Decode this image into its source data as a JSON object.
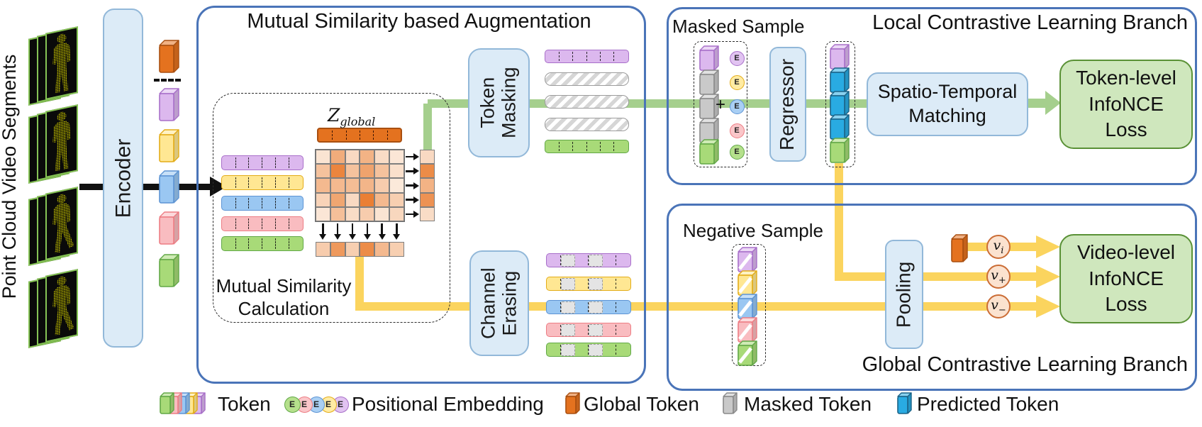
{
  "colors": {
    "outline_blue": "#4a74b8",
    "panel_blue_fill": "#dcebf7",
    "panel_blue_border": "#92b8d9",
    "loss_green_fill": "#cfe7bd",
    "loss_green_border": "#5a9136",
    "connector_green": "#a5cf8d",
    "connector_yellow": "#fbd45e",
    "heat_low": "#fdf3ea",
    "heat_high": "#e87220",
    "frame_border_green": "#86c455",
    "point_yellow": "#e6e200",
    "token_palette": {
      "purple": {
        "fill": "#dcb8ee",
        "border": "#a86fc9"
      },
      "yellow": {
        "fill": "#ffe793",
        "border": "#e3ac18"
      },
      "blue": {
        "fill": "#9ac7f2",
        "border": "#5d94d4"
      },
      "pink": {
        "fill": "#f9bcc0",
        "border": "#ed7d84"
      },
      "green": {
        "fill": "#a8da78",
        "border": "#62a847"
      },
      "orange": {
        "fill": "#e4721f",
        "border": "#a94f10"
      },
      "gray": {
        "fill": "#c9c9c9",
        "border": "#8a8a8a"
      },
      "blue_predicted": {
        "fill": "#29abe2",
        "border": "#1b6387"
      }
    }
  },
  "left_panel": {
    "rotated_label": "Point Cloud Video Segments",
    "segment_count": 4
  },
  "encoder": {
    "label": "Encoder",
    "output_tokens": [
      "orange",
      "purple",
      "yellow",
      "blue",
      "pink",
      "green"
    ]
  },
  "augmentation": {
    "title": "Mutual Similarity based Augmentation",
    "z_global": {
      "base": "Z",
      "sub": "global"
    },
    "input_rows": [
      "purple",
      "yellow",
      "blue",
      "pink",
      "green"
    ],
    "similarity": {
      "title_line1": "Mutual Similarity",
      "title_line2": "Calculation",
      "matrix": [
        [
          0.12,
          0.55,
          0.2,
          0.5,
          0.18,
          0.1
        ],
        [
          0.38,
          0.85,
          0.38,
          0.62,
          0.38,
          0.15
        ],
        [
          0.45,
          0.45,
          0.42,
          0.48,
          0.3,
          0.08
        ],
        [
          0.25,
          0.6,
          0.2,
          0.9,
          0.45,
          0.28
        ],
        [
          0.1,
          0.4,
          0.18,
          0.3,
          0.12,
          0.22
        ]
      ],
      "token_weights": [
        0.2,
        0.8,
        0.5,
        0.75,
        0.18
      ],
      "channel_weights": [
        0.3,
        0.7,
        0.28,
        0.8,
        0.45,
        0.28
      ]
    },
    "token_masking": {
      "line1": "Token",
      "line2": "Masking",
      "output_rows": [
        "purple",
        "masked",
        "masked",
        "masked",
        "green"
      ]
    },
    "channel_erasing": {
      "line1": "Channel",
      "line2": "Erasing",
      "output_rows": [
        "purple",
        "yellow",
        "blue",
        "pink",
        "green"
      ],
      "erased_cells": [
        1,
        3
      ],
      "cells_per_row": 6
    }
  },
  "local_branch": {
    "title": "Local Contrastive Learning Branch",
    "masked_sample_label": "Masked Sample",
    "masked_tokens": [
      "purple",
      "gray",
      "gray",
      "gray",
      "green"
    ],
    "plus": "+",
    "embedding_letter": "E",
    "embeddings": [
      "purple",
      "yellow",
      "blue",
      "pink",
      "green"
    ],
    "regressor_label": "Regressor",
    "predicted_tokens": [
      "purple",
      "blue_predicted",
      "blue_predicted",
      "blue_predicted",
      "green"
    ],
    "matching_line1": "Spatio-Temporal",
    "matching_line2": "Matching",
    "loss_lines": [
      "Token-level",
      "InfoNCE",
      "Loss"
    ]
  },
  "global_branch": {
    "title": "Global Contrastive Learning Branch",
    "negative_sample_label": "Negative Sample",
    "negative_tokens": [
      "purple",
      "yellow",
      "blue",
      "pink",
      "green"
    ],
    "pooling_label": "Pooling",
    "v_labels": [
      {
        "base": "v",
        "sub": "i"
      },
      {
        "base": "v",
        "sub": "+"
      },
      {
        "base": "v",
        "sub": "−"
      }
    ],
    "loss_lines": [
      "Video-level",
      "InfoNCE",
      "Loss"
    ]
  },
  "legend": {
    "items": [
      {
        "type": "token_stack",
        "colors": [
          "green",
          "pink",
          "blue",
          "yellow",
          "purple"
        ],
        "label": "Token"
      },
      {
        "type": "embedding_stack",
        "colors": [
          "green",
          "pink",
          "blue",
          "yellow",
          "purple"
        ],
        "label": "Positional Embedding"
      },
      {
        "type": "token",
        "color": "orange",
        "label": "Global Token"
      },
      {
        "type": "token",
        "color": "gray",
        "label": "Masked Token"
      },
      {
        "type": "token",
        "color": "blue_predicted",
        "label": "Predicted Token"
      }
    ]
  }
}
